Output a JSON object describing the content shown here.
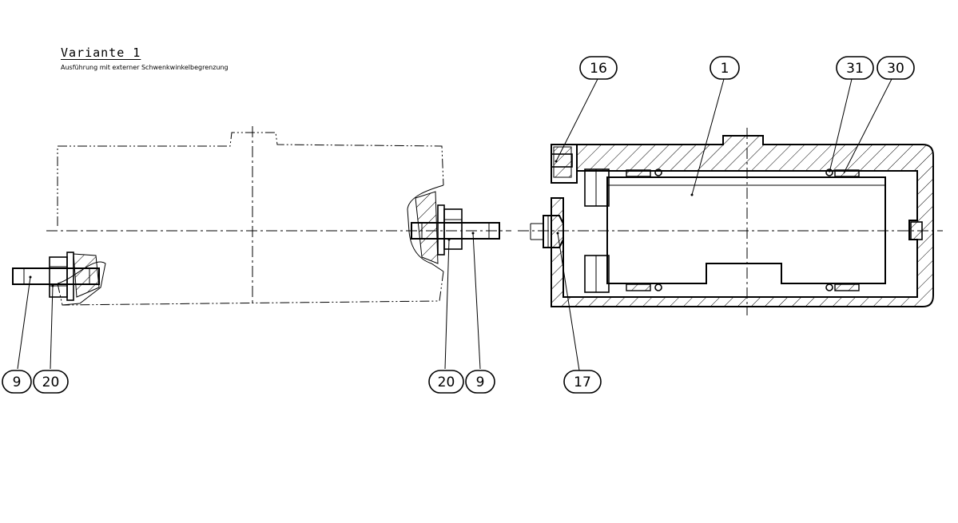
{
  "header": {
    "title": "Variante 1",
    "subtitle": "Ausführung mit externer Schwenkwinkelbegrenzung"
  },
  "part_labels": {
    "left_bottom_9": "9",
    "left_bottom_20": "20",
    "right_bottom_20": "20",
    "right_bottom_9": "9",
    "section_16": "16",
    "section_1": "1",
    "section_31": "31",
    "section_30": "30",
    "section_17": "17"
  }
}
